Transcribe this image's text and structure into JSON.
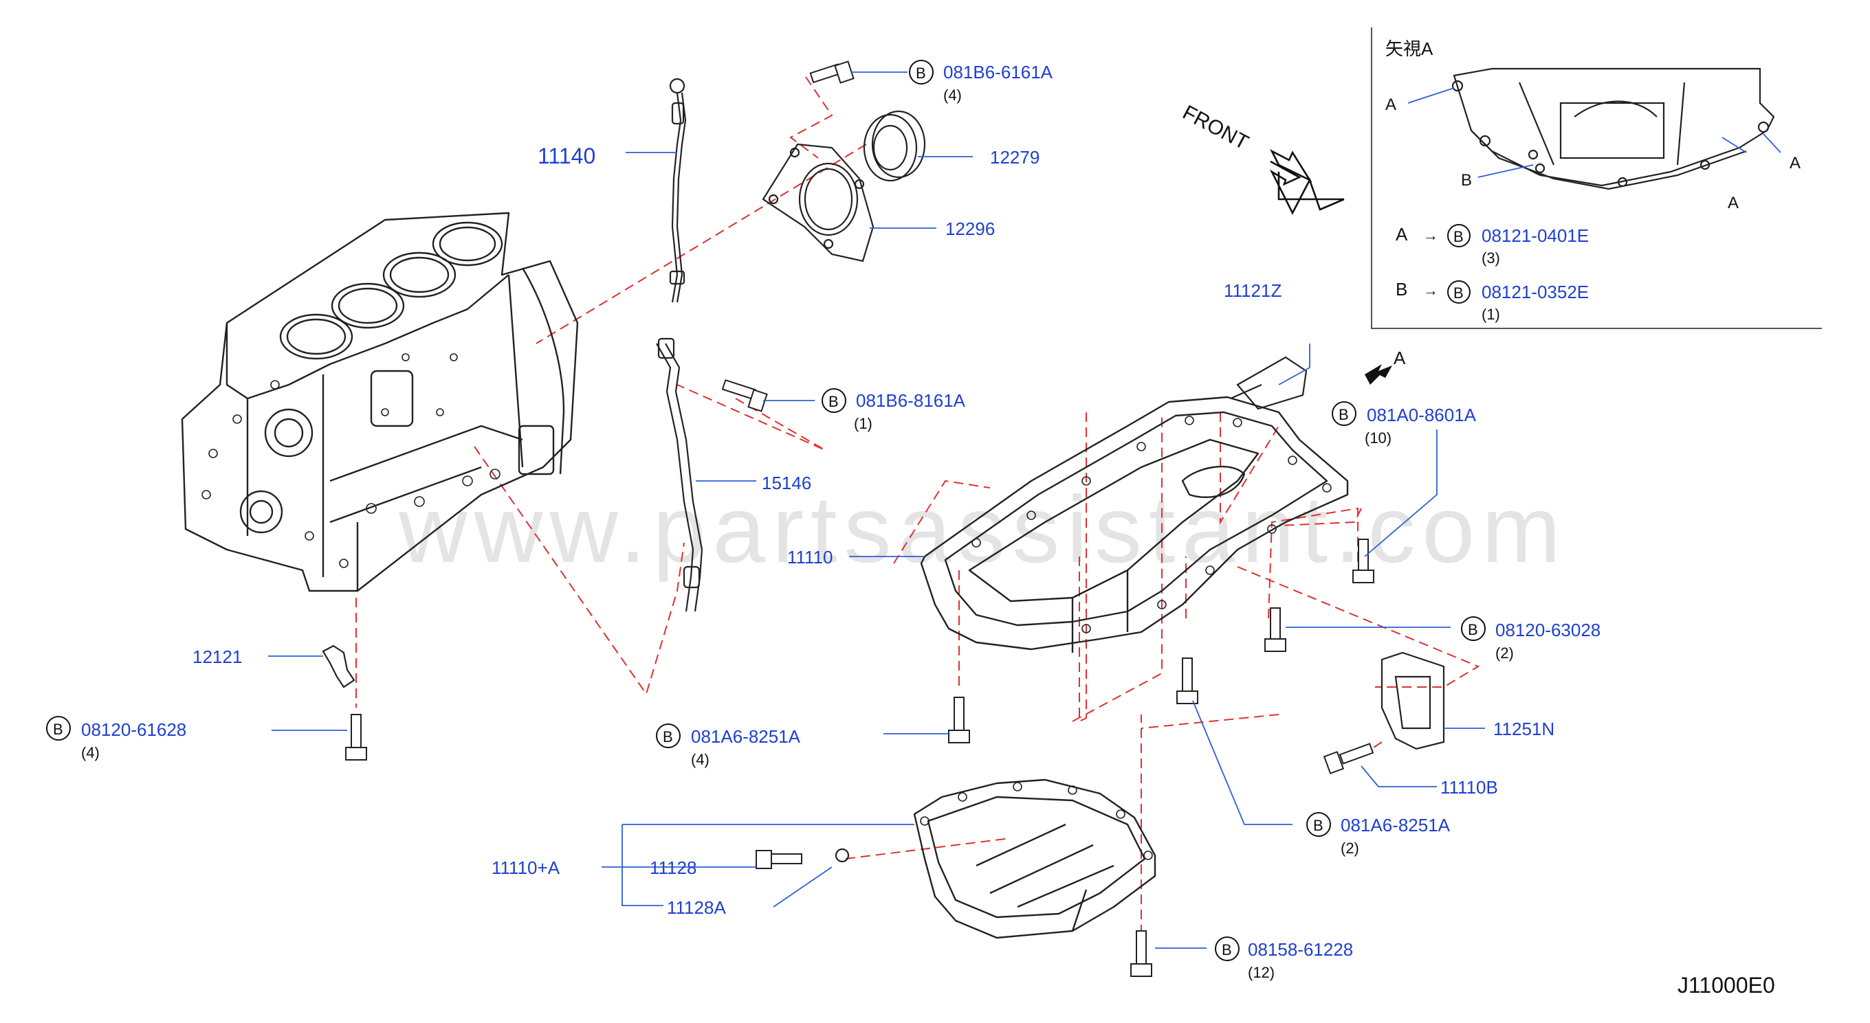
{
  "colors": {
    "part_number": "#1f3fd1",
    "leader": "#2d5fd8",
    "line_art": "#222222",
    "dash": "#e03030",
    "watermark": "#cfcfcf"
  },
  "watermark": "www.partsassistant.com",
  "diagram_code": "J11000E0",
  "front_label": "FRONT",
  "callouts": [
    {
      "id": "081B6-6161A",
      "qty": "(4)"
    },
    {
      "id": "081B6-8161A",
      "qty": "(1)"
    },
    {
      "id": "081A0-8601A",
      "qty": "(10)"
    },
    {
      "id": "08120-63028",
      "qty": "(2)"
    },
    {
      "id": "08120-61628",
      "qty": "(4)"
    },
    {
      "id": "081A6-8251A",
      "qty": "(4)"
    },
    {
      "id": "081A6-8251A",
      "qty": "(2)"
    },
    {
      "id": "08158-61228",
      "qty": "(12)"
    }
  ],
  "labels": {
    "p11140": "11140",
    "p12279": "12279",
    "p12296": "12296",
    "p15146": "15146",
    "p11110": "11110",
    "p12121": "12121",
    "p11121z": "11121Z",
    "p11251n": "11251N",
    "p11110b": "11110B",
    "p11110a": "11110+A",
    "p11128": "11128",
    "p11128a": "11128A",
    "arrowA": "A"
  },
  "inset": {
    "title": "矢視A",
    "a_letter": "A",
    "b_letter": "B",
    "rows": [
      {
        "letter": "A",
        "id": "08121-0401E",
        "qty": "(3)"
      },
      {
        "letter": "B",
        "id": "08121-0352E",
        "qty": "(1)"
      }
    ]
  },
  "bolt_symbol": "B"
}
